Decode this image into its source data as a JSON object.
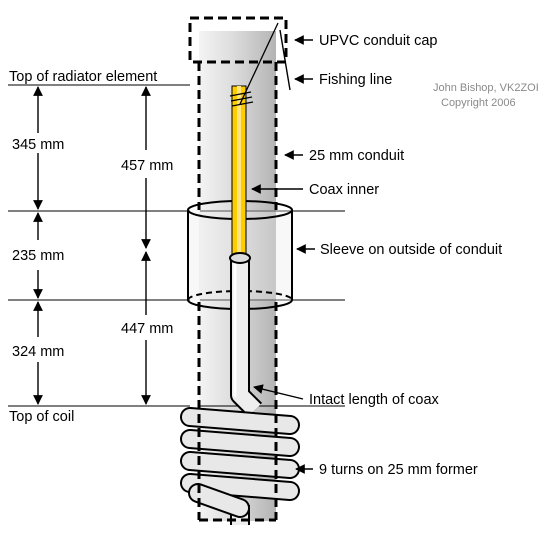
{
  "labels": {
    "conduit_cap": "UPVC conduit cap",
    "fishing_line": "Fishing line",
    "conduit": "25 mm conduit",
    "coax_inner": "Coax inner",
    "sleeve": "Sleeve on outside of conduit",
    "intact_coax": "Intact length of coax",
    "turns": "9 turns on 25 mm former",
    "top_radiator": "Top of radiator element",
    "top_coil": "Top of coil"
  },
  "dimensions": {
    "d345": "345 mm",
    "d235": "235 mm",
    "d324": "324 mm",
    "d457": "457 mm",
    "d447": "447 mm"
  },
  "credit": {
    "author": "John Bishop, VK2ZOI",
    "copyright": "Copyright 2006"
  }
}
